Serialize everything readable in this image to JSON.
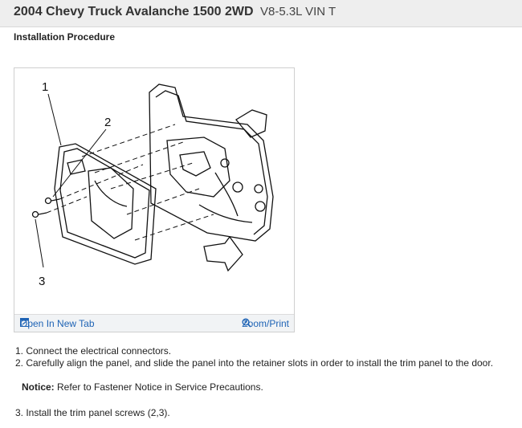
{
  "header": {
    "vehicle": "2004 Chevy Truck Avalanche 1500 2WD",
    "engine": "V8-5.3L VIN T"
  },
  "section_title": "Installation Procedure",
  "figure": {
    "callouts": [
      "1",
      "2",
      "3"
    ],
    "open_tab_label": "Open In New Tab",
    "zoom_label": "Zoom/Print",
    "link_color": "#1e63b5"
  },
  "steps": [
    "1. Connect the electrical connectors.",
    "2. Carefully align the panel, and slide the panel into the retainer slots in order to install the trim panel to the door.",
    "3. Install the trim panel screws (2,3)."
  ],
  "notice": {
    "label": "Notice:",
    "text": "Refer to Fastener Notice in Service Precautions."
  }
}
